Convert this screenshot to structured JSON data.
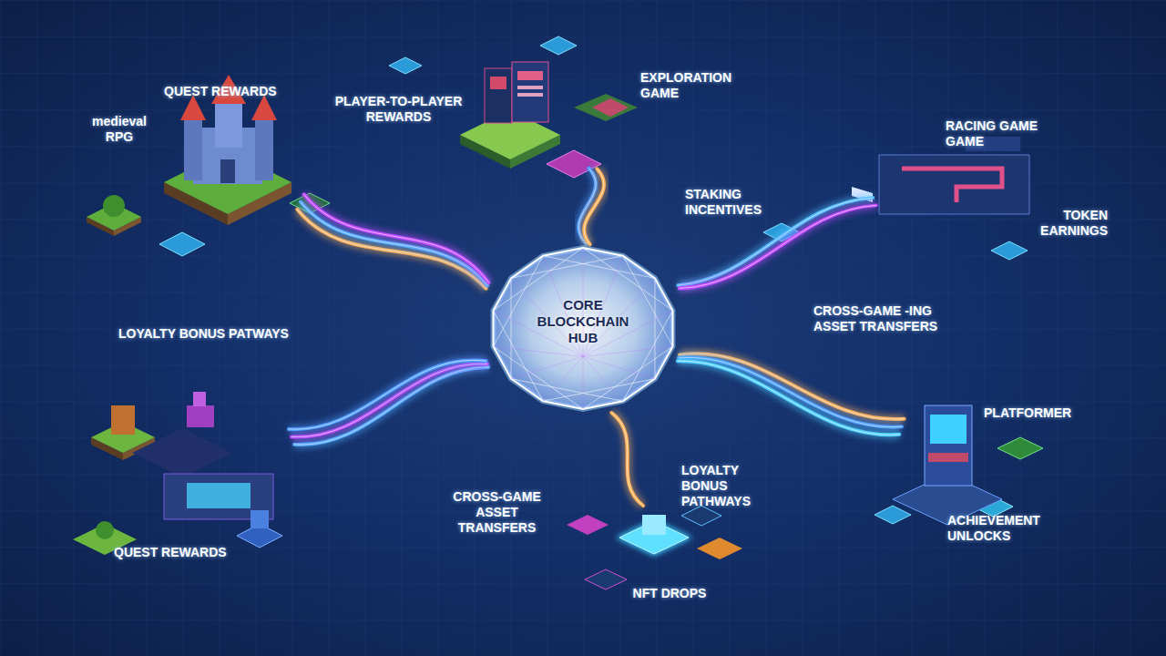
{
  "diagram": {
    "nodes": [
      {
        "text": [
          "CORE BLOCKCHAIN HUB"
        ]
      },
      {
        "text": [
          "medieval RPG"
        ]
      },
      {
        "text": [
          "EXPLORATION GAME"
        ]
      },
      {
        "text": [
          "RACING GAME GAME"
        ]
      },
      {
        "text": [
          "PLATFORMER"
        ]
      },
      {
        "text": [
          "QUEST REWARDS"
        ]
      },
      {
        "text": [
          "NFT DROPS"
        ]
      }
    ],
    "edges": [
      {
        "from": 0,
        "to": 1,
        "arrow": "none"
      },
      {
        "from": 0,
        "to": 2,
        "arrow": "none"
      },
      {
        "from": 0,
        "to": 3,
        "arrow": "none"
      },
      {
        "from": 0,
        "to": 4,
        "arrow": "none"
      },
      {
        "from": 0,
        "to": 5,
        "arrow": "none"
      },
      {
        "from": 0,
        "to": 6,
        "arrow": "none"
      }
    ],
    "labels": [
      "QUEST REWARDS",
      "PLAYER-TO-PLAYER REWARDS",
      "STAKING INCENTIVES",
      "TOKEN EARNINGS",
      "LOYALTY BONUS PATWAYS",
      "CROSS-GAME -ING ASSET TRANSFERS",
      "CROSS-GAME ASSET TRANSFERS",
      "LOYALTY BONUS PATHWAYS",
      "ACHIEVEMENT UNLOCKS"
    ]
  }
}
